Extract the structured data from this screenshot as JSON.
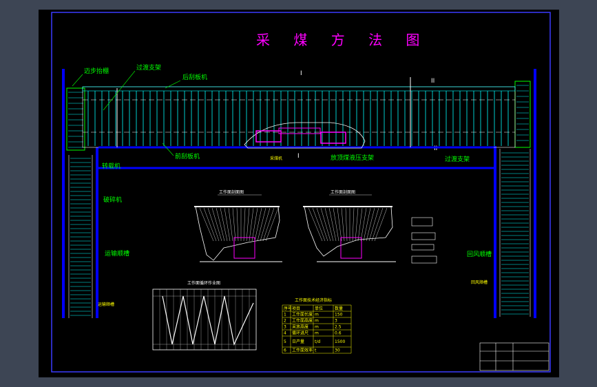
{
  "title": "采 煤 方 法 图",
  "labels": {
    "mining_beam": "迈步抬棚",
    "transition_support_left": "过渡支架",
    "rear_conveyor": "后刮板机",
    "front_conveyor": "前刮板机",
    "transfer_loader": "转载机",
    "crusher": "破碎机",
    "transport_gateway": "运输顺槽",
    "top_coal_support": "放顶煤液压支架",
    "transition_support_right": "过渡支架",
    "return_gateway": "回风顺槽",
    "shearer": "采煤机",
    "gateway_bottom_left": "运输顺槽",
    "gateway_bottom_right": "回风顺槽"
  },
  "section_markers": {
    "marker_1": "I",
    "marker_2": "II"
  },
  "cross_section_1_title": "工作面剖面图",
  "cross_section_2_title": "工作面剖面图",
  "cycle_chart_title": "工作面循环作业图",
  "table_title": "工作面技术经济指标",
  "table": {
    "headers": [
      "序号",
      "项目",
      "单位",
      "数量"
    ],
    "rows": [
      [
        "1",
        "工作面长度",
        "m",
        "150"
      ],
      [
        "2",
        "工作面高度",
        "m",
        "3"
      ],
      [
        "3",
        "采放高度",
        "m",
        "2.5"
      ],
      [
        "4",
        "循环进尺",
        "m",
        "0.6"
      ],
      [
        "5",
        "日产量",
        "t/d",
        "1500"
      ],
      [
        "6",
        "工作面效率",
        "t",
        "30"
      ]
    ]
  },
  "colors": {
    "background": "#000000",
    "frame": "#3d4554",
    "title": "#ff00ff",
    "labels": "#00ff00",
    "supports": "#00ffff",
    "boundary": "#0000ff",
    "machine": "#ff00ff"
  }
}
